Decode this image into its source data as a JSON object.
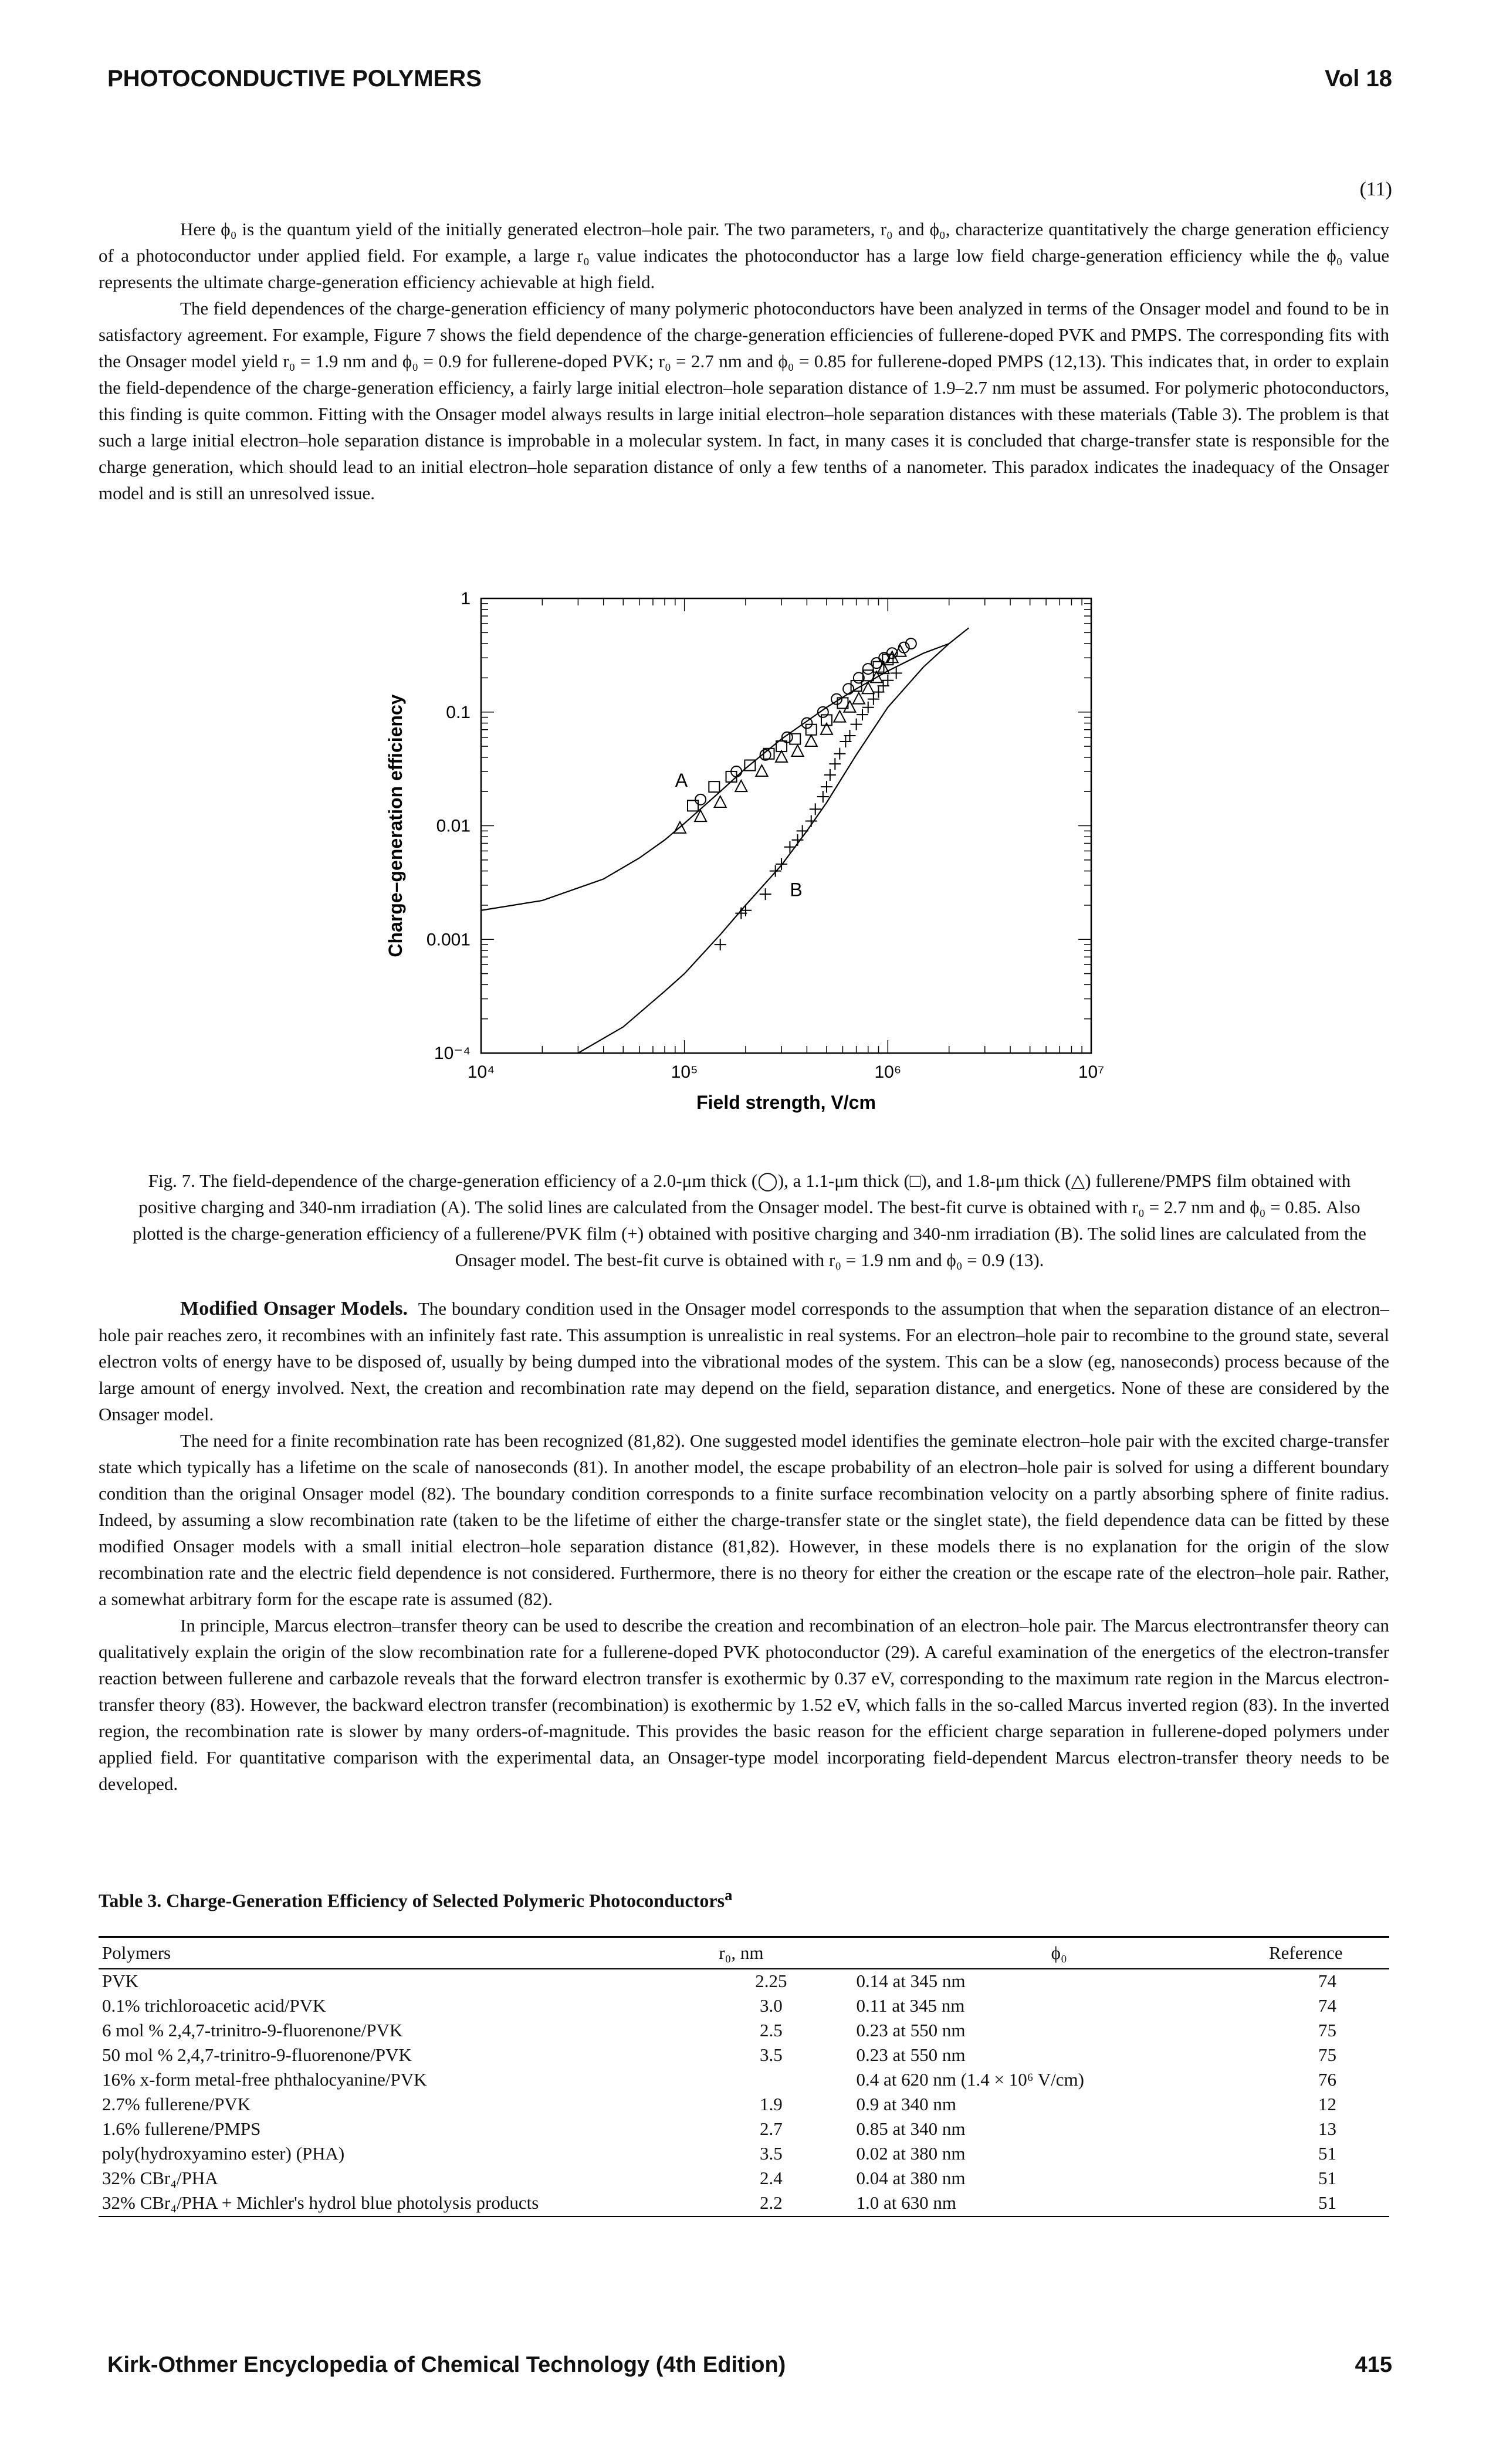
{
  "header": {
    "title": "PHOTOCONDUCTIVE POLYMERS",
    "volume": "Vol 18"
  },
  "equation_number": "(11)",
  "paragraphs_intro": [
    "Here ϕ₀ is the quantum yield of the initially generated electron–hole pair. The two parameters, r₀ and ϕ₀, characterize quantitatively the charge generation efficiency of a photoconductor under applied field. For example, a large r₀ value indicates the photoconductor has a large low field charge-generation efficiency while the ϕ₀ value represents the ultimate charge-generation efficiency achievable at high field.",
    "The field dependences of the charge-generation efficiency of many polymeric photoconductors have been analyzed in terms of the Onsager model and found to be in satisfactory agreement. For example, Figure 7 shows the field dependence of the charge-generation efficiencies of fullerene-doped PVK and PMPS. The corresponding fits with the Onsager model yield r₀ = 1.9 nm and ϕ₀ = 0.9 for fullerene-doped PVK; r₀ = 2.7 nm and ϕ₀ = 0.85 for fullerene-doped PMPS (12,13). This indicates that, in order to explain the field-dependence of the charge-generation efficiency, a fairly large initial electron–hole separation distance of 1.9–2.7 nm must be assumed. For polymeric photoconductors, this finding is quite common. Fitting with the Onsager model always results in large initial electron–hole separation distances with these materials (Table 3). The problem is that such a large initial electron–hole separation distance is improbable in a molecular system. In fact, in many cases it is concluded that charge-transfer state is responsible for the charge generation, which should lead to an initial electron–hole separation distance of only a few tenths of a nanometer. This paradox indicates the inadequacy of the Onsager model and is still an unresolved issue."
  ],
  "figure": {
    "caption": "Fig. 7. The field-dependence of the charge-generation efficiency of a 2.0-μm thick (◯), a 1.1-μm thick (□), and 1.8-μm thick (△) fullerene/PMPS film obtained with positive charging and 340-nm irradiation (A). The solid lines are calculated from the Onsager model. The best-fit curve is obtained with r₀ = 2.7 nm and ϕ₀ = 0.85. Also plotted is the charge-generation efficiency of a fullerene/PVK film (+) obtained with positive charging and 340-nm irradiation (B). The solid lines are calculated from the Onsager model. The best-fit curve is obtained with r₀ = 1.9 nm and ϕ₀ = 0.9 (13)."
  },
  "chart_data": {
    "type": "scatter",
    "xlabel": "Field strength, V/cm",
    "ylabel": "Charge–generation efficiency",
    "x_scale": "log",
    "y_scale": "log",
    "xlim": [
      10000,
      10000000
    ],
    "ylim": [
      0.0001,
      1
    ],
    "x_tick_labels": [
      "10⁴",
      "10⁵",
      "10⁶",
      "10⁷"
    ],
    "x_tick_values": [
      10000,
      100000,
      1000000,
      10000000
    ],
    "y_tick_labels": [
      "10⁻⁴",
      "0.001",
      "0.01",
      "0.1",
      "1"
    ],
    "y_tick_values": [
      0.0001,
      0.001,
      0.01,
      0.1,
      1
    ],
    "annotations": [
      "A",
      "B"
    ],
    "series": [
      {
        "marker": "circle",
        "points": [
          [
            120000,
            0.017
          ],
          [
            180000,
            0.03
          ],
          [
            250000,
            0.042
          ],
          [
            320000,
            0.06
          ],
          [
            400000,
            0.08
          ],
          [
            480000,
            0.1
          ],
          [
            560000,
            0.13
          ],
          [
            640000,
            0.16
          ],
          [
            720000,
            0.2
          ],
          [
            800000,
            0.24
          ],
          [
            880000,
            0.27
          ],
          [
            960000,
            0.3
          ],
          [
            1050000,
            0.33
          ],
          [
            1200000,
            0.37
          ],
          [
            1300000,
            0.4
          ]
        ]
      },
      {
        "marker": "square",
        "points": [
          [
            110000,
            0.015
          ],
          [
            140000,
            0.022
          ],
          [
            170000,
            0.027
          ],
          [
            210000,
            0.034
          ],
          [
            260000,
            0.043
          ],
          [
            300000,
            0.05
          ],
          [
            350000,
            0.058
          ],
          [
            420000,
            0.07
          ],
          [
            500000,
            0.085
          ],
          [
            600000,
            0.12
          ],
          [
            700000,
            0.17
          ],
          [
            800000,
            0.21
          ],
          [
            900000,
            0.25
          ],
          [
            1000000,
            0.29
          ]
        ]
      },
      {
        "marker": "triangle",
        "points": [
          [
            95000,
            0.0095
          ],
          [
            120000,
            0.012
          ],
          [
            150000,
            0.016
          ],
          [
            190000,
            0.022
          ],
          [
            240000,
            0.03
          ],
          [
            300000,
            0.04
          ],
          [
            360000,
            0.045
          ],
          [
            420000,
            0.055
          ],
          [
            500000,
            0.07
          ],
          [
            580000,
            0.09
          ],
          [
            650000,
            0.11
          ],
          [
            720000,
            0.13
          ],
          [
            800000,
            0.16
          ],
          [
            880000,
            0.2
          ],
          [
            950000,
            0.24
          ],
          [
            1050000,
            0.3
          ],
          [
            1150000,
            0.34
          ]
        ]
      },
      {
        "marker": "plus",
        "points": [
          [
            150000,
            0.0009
          ],
          [
            190000,
            0.0017
          ],
          [
            200000,
            0.0018
          ],
          [
            250000,
            0.0025
          ],
          [
            280000,
            0.004
          ],
          [
            300000,
            0.0046
          ],
          [
            330000,
            0.0065
          ],
          [
            360000,
            0.0075
          ],
          [
            380000,
            0.009
          ],
          [
            420000,
            0.011
          ],
          [
            440000,
            0.014
          ],
          [
            480000,
            0.018
          ],
          [
            500000,
            0.022
          ],
          [
            520000,
            0.028
          ],
          [
            550000,
            0.035
          ],
          [
            580000,
            0.043
          ],
          [
            620000,
            0.055
          ],
          [
            650000,
            0.062
          ],
          [
            700000,
            0.078
          ],
          [
            750000,
            0.095
          ],
          [
            800000,
            0.11
          ],
          [
            850000,
            0.13
          ],
          [
            900000,
            0.15
          ],
          [
            950000,
            0.17
          ],
          [
            1000000,
            0.19
          ],
          [
            1100000,
            0.22
          ]
        ]
      }
    ],
    "curves": [
      {
        "label": "A",
        "points": [
          [
            10000,
            0.0018
          ],
          [
            20000,
            0.0022
          ],
          [
            40000,
            0.0034
          ],
          [
            60000,
            0.0052
          ],
          [
            80000,
            0.0075
          ],
          [
            100000,
            0.0105
          ],
          [
            150000,
            0.02
          ],
          [
            200000,
            0.032
          ],
          [
            300000,
            0.058
          ],
          [
            500000,
            0.11
          ],
          [
            700000,
            0.16
          ],
          [
            1000000,
            0.23
          ],
          [
            1500000,
            0.33
          ],
          [
            2000000,
            0.4
          ]
        ]
      },
      {
        "label": "B",
        "points": [
          [
            30000,
            0.0001
          ],
          [
            50000,
            0.00017
          ],
          [
            80000,
            0.00035
          ],
          [
            100000,
            0.0005
          ],
          [
            150000,
            0.0011
          ],
          [
            200000,
            0.002
          ],
          [
            300000,
            0.0045
          ],
          [
            400000,
            0.009
          ],
          [
            500000,
            0.016
          ],
          [
            700000,
            0.042
          ],
          [
            1000000,
            0.11
          ],
          [
            1500000,
            0.25
          ],
          [
            2000000,
            0.4
          ],
          [
            2500000,
            0.55
          ]
        ]
      }
    ]
  },
  "section": {
    "heading": "Modified Onsager Models.",
    "paragraphs": [
      "The boundary condition used in the Onsager model corresponds to the assumption that when the separation distance of an electron–hole pair reaches zero, it recombines with an infinitely fast rate. This assumption is unrealistic in real systems. For an electron–hole pair to recombine to the ground state, several electron volts of energy have to be disposed of, usually by being dumped into the vibrational modes of the system. This can be a slow (eg, nanoseconds) process because of the large amount of energy involved. Next, the creation and recombination rate may depend on the field, separation distance, and energetics. None of these are considered by the Onsager model.",
      "The need for a finite recombination rate has been recognized (81,82). One suggested model identifies the geminate electron–hole pair with the excited charge-transfer state which typically has a lifetime on the scale of nanoseconds (81). In another model, the escape probability of an electron–hole pair is solved for using a different boundary condition than the original Onsager model (82). The boundary condition corresponds to a finite surface recombination velocity on a partly absorbing sphere of finite radius. Indeed, by assuming a slow recombination rate (taken to be the lifetime of either the charge-transfer state or the singlet state), the field dependence data can be fitted by these modified Onsager models with a small initial electron–hole separation distance (81,82). However, in these models there is no explanation for the origin of the slow recombination rate and the electric field dependence is not considered. Furthermore, there is no theory for either the creation or the escape rate of the electron–hole pair. Rather, a somewhat arbitrary form for the escape rate is assumed (82).",
      "In principle, Marcus electron–transfer theory can be used to describe the creation and recombination of an electron–hole pair. The Marcus electrontransfer theory can qualitatively explain the origin of the slow recombination rate for a fullerene-doped PVK photoconductor (29). A careful examination of the energetics of the electron-transfer reaction between fullerene and carbazole reveals that the forward electron transfer is exothermic by 0.37 eV, corresponding to the maximum rate region in the Marcus electron-transfer theory (83). However, the backward electron transfer (recombination) is exothermic by 1.52 eV, which falls in the so-called Marcus inverted region (83). In the inverted region, the recombination rate is slower by many orders-of-magnitude. This provides the basic reason for the efficient charge separation in fullerene-doped polymers under applied field. For quantitative comparison with the experimental data, an Onsager-type model incorporating field-dependent Marcus electron-transfer theory needs to be developed."
    ]
  },
  "table3": {
    "title": "Table 3. Charge-Generation Efficiency of Selected Polymeric Photoconductors",
    "title_sup": "a",
    "headers": {
      "polymers": "Polymers",
      "r0": "r₀, nm",
      "phi0": "ϕ₀",
      "reference": "Reference"
    },
    "rows": [
      {
        "polymer": "PVK",
        "r0": "2.25",
        "phi0": "0.14 at 345 nm",
        "ref": "74"
      },
      {
        "polymer": "0.1% trichloroacetic acid/PVK",
        "r0": "3.0",
        "phi0": "0.11 at 345 nm",
        "ref": "74"
      },
      {
        "polymer": "6 mol % 2,4,7-trinitro-9-fluorenone/PVK",
        "r0": "2.5",
        "phi0": "0.23 at 550 nm",
        "ref": "75"
      },
      {
        "polymer": "50 mol % 2,4,7-trinitro-9-fluorenone/PVK",
        "r0": "3.5",
        "phi0": "0.23 at 550 nm",
        "ref": "75"
      },
      {
        "polymer": "16% x-form metal-free phthalocyanine/PVK",
        "r0": "",
        "phi0": "0.4 at 620 nm (1.4 × 10⁶ V/cm)",
        "ref": "76"
      },
      {
        "polymer": "2.7% fullerene/PVK",
        "r0": "1.9",
        "phi0": "0.9 at 340 nm",
        "ref": "12"
      },
      {
        "polymer": "1.6% fullerene/PMPS",
        "r0": "2.7",
        "phi0": "0.85 at 340 nm",
        "ref": "13"
      },
      {
        "polymer": "poly(hydroxyamino ester) (PHA)",
        "r0": "3.5",
        "phi0": "0.02 at 380 nm",
        "ref": "51"
      },
      {
        "polymer": "32% CBr₄/PHA",
        "r0": "2.4",
        "phi0": "0.04 at 380 nm",
        "ref": "51"
      },
      {
        "polymer": "32% CBr₄/PHA + Michler's hydrol blue photolysis products",
        "r0": "2.2",
        "phi0": "1.0 at 630 nm",
        "ref": "51"
      }
    ]
  },
  "footer": {
    "book": "Kirk-Othmer Encyclopedia of Chemical Technology (4th Edition)",
    "page": "415"
  }
}
